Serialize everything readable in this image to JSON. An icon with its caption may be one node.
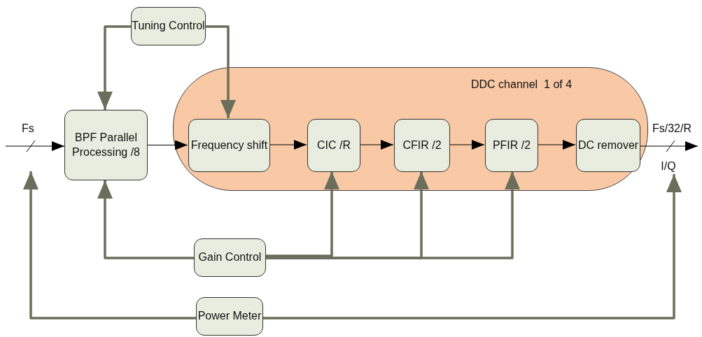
{
  "diagram": {
    "nodes": [
      {
        "text": [
          "Tuning Control"
        ]
      },
      {
        "text": [
          "BPF Parallel Processing /8"
        ]
      },
      {
        "text": [
          "DDC channel  1 of 4"
        ]
      },
      {
        "text": [
          "Frequency shift"
        ],
        "in": 2
      },
      {
        "text": [
          "CIC /R"
        ],
        "in": 2
      },
      {
        "text": [
          "CFIR /2"
        ],
        "in": 2
      },
      {
        "text": [
          "PFIR /2"
        ],
        "in": 2
      },
      {
        "text": [
          "DC remover"
        ],
        "in": 2
      },
      {
        "text": [
          "Gain Control"
        ]
      },
      {
        "text": [
          "Power Meter"
        ]
      },
      {
        "text": [
          "I/Q"
        ]
      }
    ],
    "edges": [
      {
        "from": null,
        "to": 1,
        "arrow": "to",
        "label": "Fs",
        "color": "#000000"
      },
      {
        "from": 1,
        "to": 3,
        "arrow": "to",
        "color": "#000000"
      },
      {
        "from": 3,
        "to": 4,
        "arrow": "to",
        "color": "#000000"
      },
      {
        "from": 4,
        "to": 5,
        "arrow": "to",
        "color": "#000000"
      },
      {
        "from": 5,
        "to": 6,
        "arrow": "to",
        "color": "#000000"
      },
      {
        "from": 6,
        "to": 7,
        "arrow": "to",
        "color": "#000000"
      },
      {
        "from": 7,
        "to": null,
        "arrow": "to",
        "label": "Fs/32/R",
        "color": "#000000"
      },
      {
        "from": 0,
        "to": 1,
        "arrow": "to"
      },
      {
        "from": 0,
        "to": 3,
        "arrow": "to"
      },
      {
        "from": 8,
        "to": 1,
        "arrow": "to"
      },
      {
        "from": 8,
        "to": 4,
        "arrow": "to"
      },
      {
        "from": 8,
        "to": 5,
        "arrow": "to"
      },
      {
        "from": 8,
        "to": 6,
        "arrow": "to"
      },
      {
        "from": 9,
        "to": null,
        "arrow": "to"
      },
      {
        "from": 9,
        "to": 10,
        "arrow": "to"
      }
    ]
  }
}
